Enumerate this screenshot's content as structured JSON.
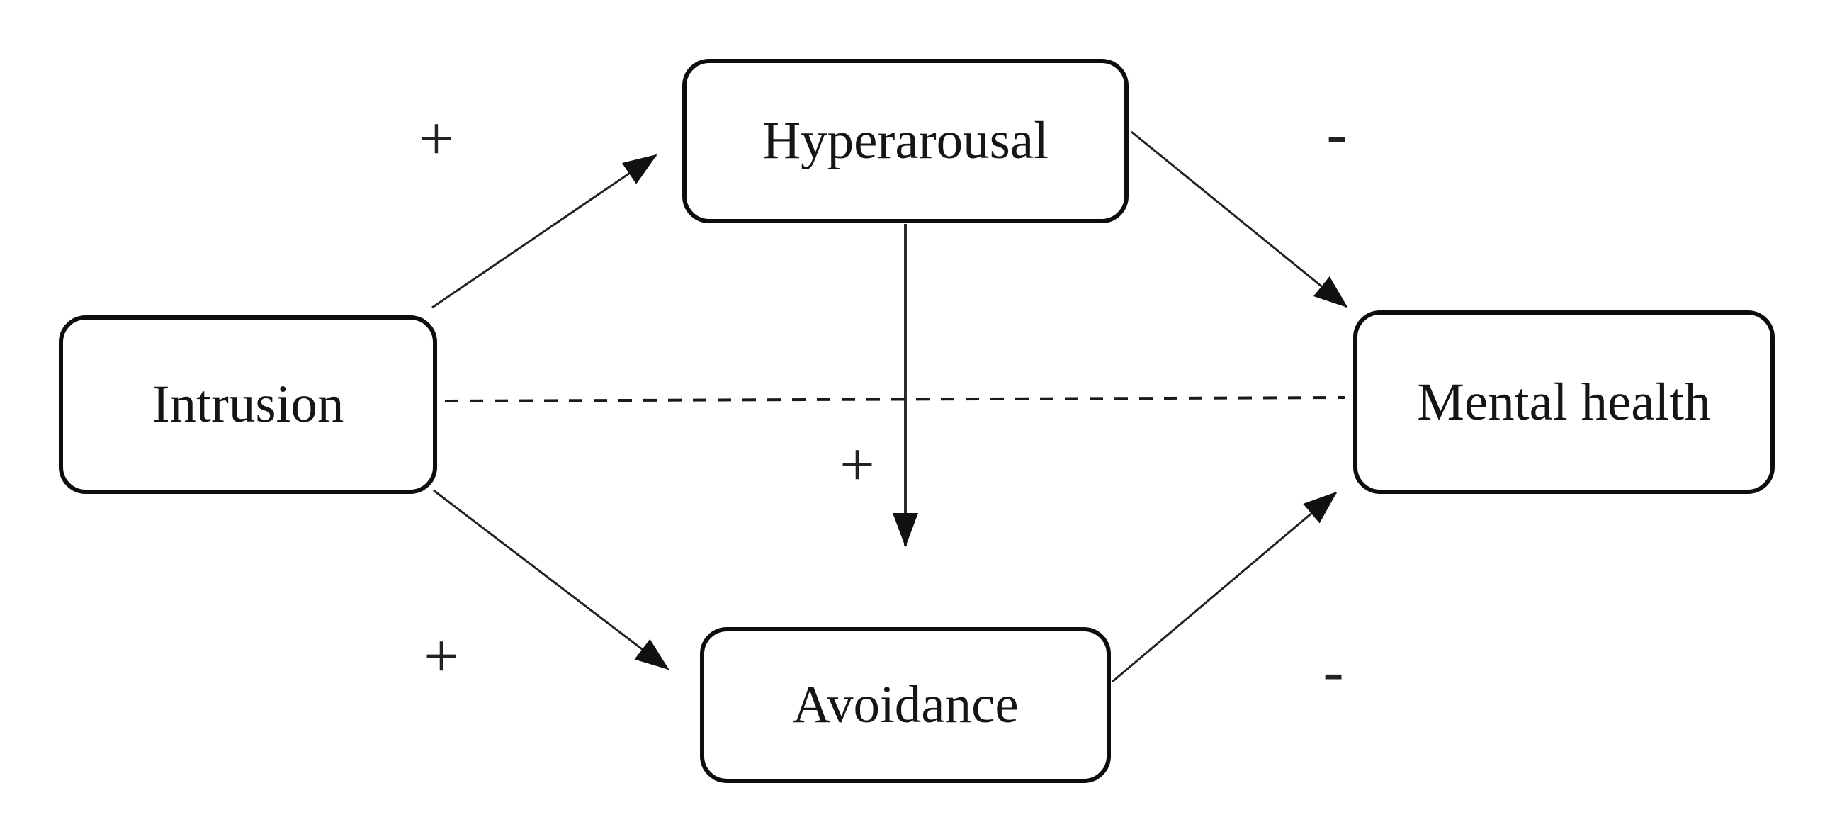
{
  "diagram": {
    "type": "path-model",
    "background": "#ffffff",
    "ink_color": "#1a1a1a",
    "nodes": {
      "intrusion": {
        "label": "Intrusion"
      },
      "hyperarousal": {
        "label": "Hyperarousal"
      },
      "avoidance": {
        "label": "Avoidance"
      },
      "mental_health": {
        "label": "Mental health"
      }
    },
    "edges": [
      {
        "from": "Intrusion",
        "to": "Hyperarousal",
        "sign": "+",
        "style": "solid-arrow"
      },
      {
        "from": "Intrusion",
        "to": "Avoidance",
        "sign": "+",
        "style": "solid-arrow"
      },
      {
        "from": "Hyperarousal",
        "to": "Avoidance",
        "sign": "+",
        "style": "solid-arrow"
      },
      {
        "from": "Hyperarousal",
        "to": "Mental health",
        "sign": "-",
        "style": "solid-arrow"
      },
      {
        "from": "Avoidance",
        "to": "Mental health",
        "sign": "-",
        "style": "solid-arrow"
      },
      {
        "from": "Intrusion",
        "to": "Mental health",
        "sign": "",
        "style": "dashed-line"
      }
    ]
  }
}
